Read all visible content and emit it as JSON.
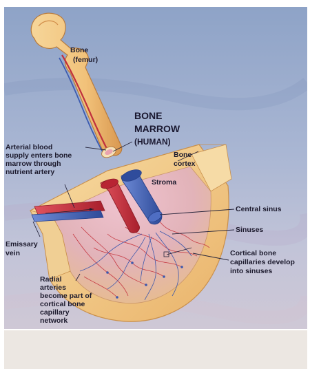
{
  "diagram": {
    "title_lines": [
      "BONE",
      "MARROW",
      "(HUMAN)"
    ],
    "labels": {
      "bone_femur": [
        "Bone",
        "(femur)"
      ],
      "arterial_supply": [
        "Arterial blood",
        "supply enters bone",
        "marrow through",
        "nutrient artery"
      ],
      "bone_cortex": [
        "Bone",
        "cortex"
      ],
      "stroma": [
        "Stroma"
      ],
      "central_sinus": [
        "Central sinus"
      ],
      "sinuses": [
        "Sinuses"
      ],
      "emissary_vein": [
        "Emissary",
        "vein"
      ],
      "cortical_capillaries": [
        "Cortical bone",
        "capillaries develop",
        "into sinuses"
      ],
      "radial_arteries": [
        "Radial",
        "arteries",
        "become part of",
        "cortical bone",
        "capillary",
        "network"
      ]
    },
    "colors": {
      "background": "#9fb0cf",
      "bone": "#f3c983",
      "bone_edge": "#d99c55",
      "artery": "#c8323f",
      "vein": "#3f5fb0",
      "marrow": "#d9a6b9",
      "caption_panel": "#ece7e2"
    }
  }
}
